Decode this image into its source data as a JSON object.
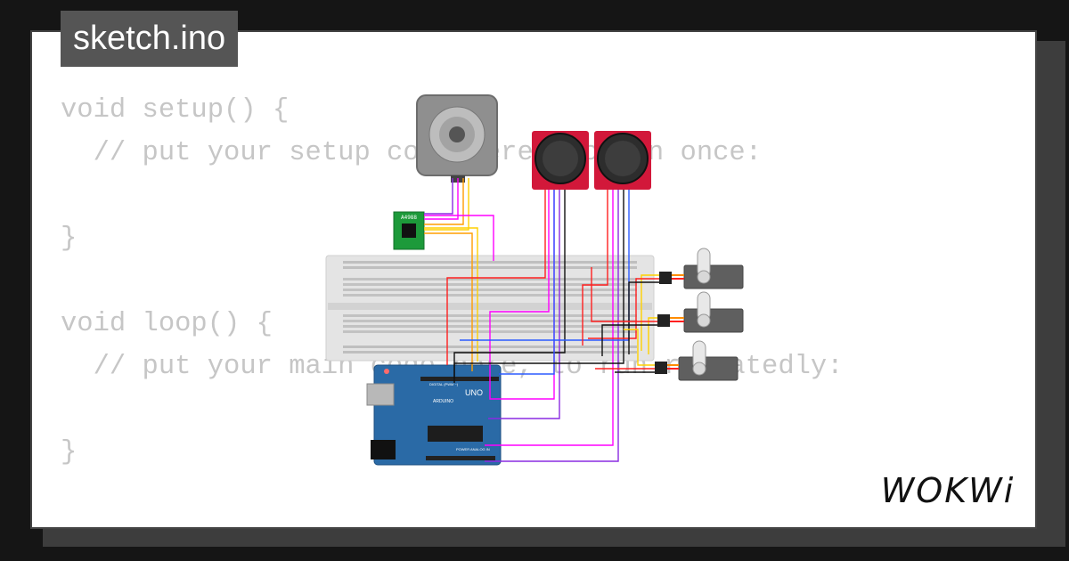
{
  "tab": {
    "title": "sketch.ino"
  },
  "code": {
    "lines": [
      "void setup() {",
      "  // put your setup code here, to run once:",
      "",
      "}",
      "",
      "void loop() {",
      "  // put your main code here, to run repeatedly:",
      "",
      "}"
    ]
  },
  "circuit": {
    "stepper_driver_label": "A4988",
    "arduino_model": "UNO",
    "arduino_brand": "ARDUINO",
    "arduino_digital_label": "DIGITAL (PWM ~)",
    "arduino_analog_label": "ANALOG IN",
    "arduino_power_label": "POWER",
    "components": [
      "stepper-motor",
      "joystick-1",
      "joystick-2",
      "servo-1",
      "servo-2",
      "servo-3",
      "breadboard",
      "stepper-driver",
      "arduino-uno"
    ]
  },
  "logo": {
    "text": "WOKWi"
  },
  "colors": {
    "background": "#151515",
    "card": "#ffffff",
    "tab": "#555555",
    "code_text": "#c6c6c6",
    "arduino_blue": "#2a6aa6",
    "joystick_red": "#d2183a",
    "driver_green": "#1d9a3a"
  }
}
